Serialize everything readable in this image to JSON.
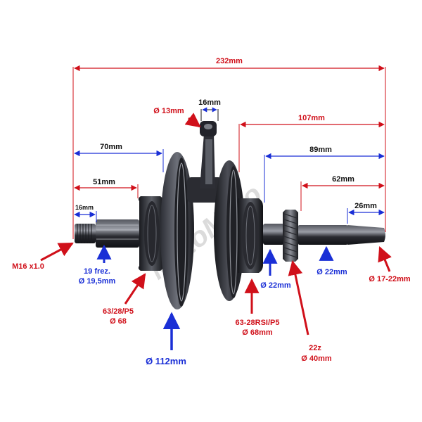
{
  "colors": {
    "red": "#d0101a",
    "blue": "#1a2fd6",
    "metal_dark": "#1c1d22",
    "metal_mid": "#3a3c44",
    "metal_light": "#7c7f88",
    "watermark": "#d8d8d8"
  },
  "watermark": "MotoMoto",
  "dimensions": {
    "overall_length": "232mm",
    "conrod_width": "16mm",
    "conrod_bore": "Ø 13mm",
    "right_shaft_length": "107mm",
    "left_to_flywheel": "70mm",
    "left_shaft_to_bearing": "51mm",
    "thread_length": "16mm",
    "right_from_bearing": "89mm",
    "right_from_gear": "62mm",
    "taper_length": "26mm"
  },
  "callouts": {
    "thread": "M16 x1.0",
    "spline_line1": "19 frez.",
    "spline_line2": "Ø 19,5mm",
    "left_bearing_line1": "63/28/P5",
    "left_bearing_line2": "Ø 68",
    "flywheel_diameter": "Ø 112mm",
    "right_bearing_line1": "63-28RSI/P5",
    "right_bearing_line2": "Ø 68mm",
    "shaft_diameter_a": "Ø 22mm",
    "shaft_diameter_b": "Ø 22mm",
    "gear_line1": "22z",
    "gear_line2": "Ø 40mm",
    "taper_diameter": "Ø 17-22mm"
  }
}
